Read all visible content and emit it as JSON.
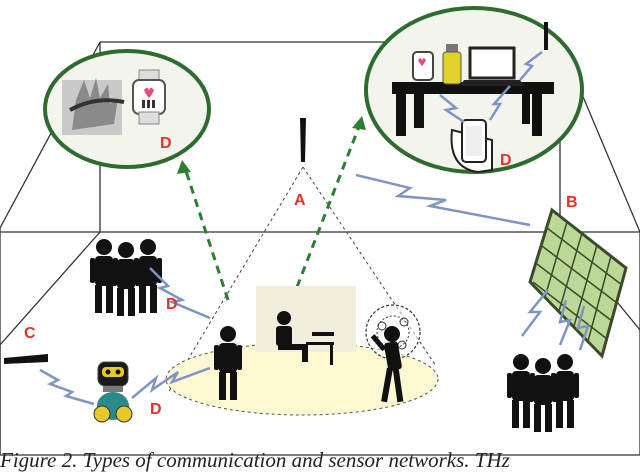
{
  "labels": {
    "a": "A",
    "b": "B",
    "c": "C",
    "d_hand": "D",
    "d_desk": "D",
    "d_group": "D",
    "d_robot": "D"
  },
  "caption": "Figure 2. Types of communication and sensor networks. THz",
  "colors": {
    "label": "#e8302a",
    "bubble_fill": "#f3f5ec",
    "bubble_stroke": "#2e6b2e",
    "arrow": "#2e7d32",
    "floor_ellipse": "#fbf8d2",
    "panel": "#bcd896",
    "bolt": "#7e94c4",
    "figure": "#111111"
  },
  "icons": [
    "phone-icon",
    "watch-icon",
    "laptop-icon",
    "bottle-icon",
    "antenna-icon",
    "robot-icon",
    "solar-panel-icon",
    "person-icon"
  ]
}
